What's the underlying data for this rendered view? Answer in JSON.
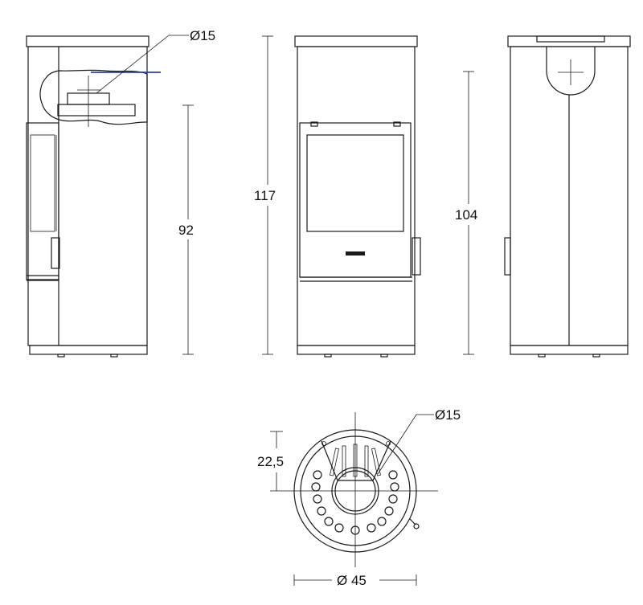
{
  "title": "",
  "views": {
    "side_left": {
      "flue_label": "Ø15",
      "height_label": "92"
    },
    "front": {
      "height_label": "117"
    },
    "back": {
      "height_label": "104"
    },
    "top": {
      "flue_label": "Ø15",
      "offset_label": "22,5",
      "diameter_label": "Ø 45"
    }
  },
  "colors": {
    "line": "#1a1a1a",
    "accent_blue": "#2a3bd0"
  }
}
